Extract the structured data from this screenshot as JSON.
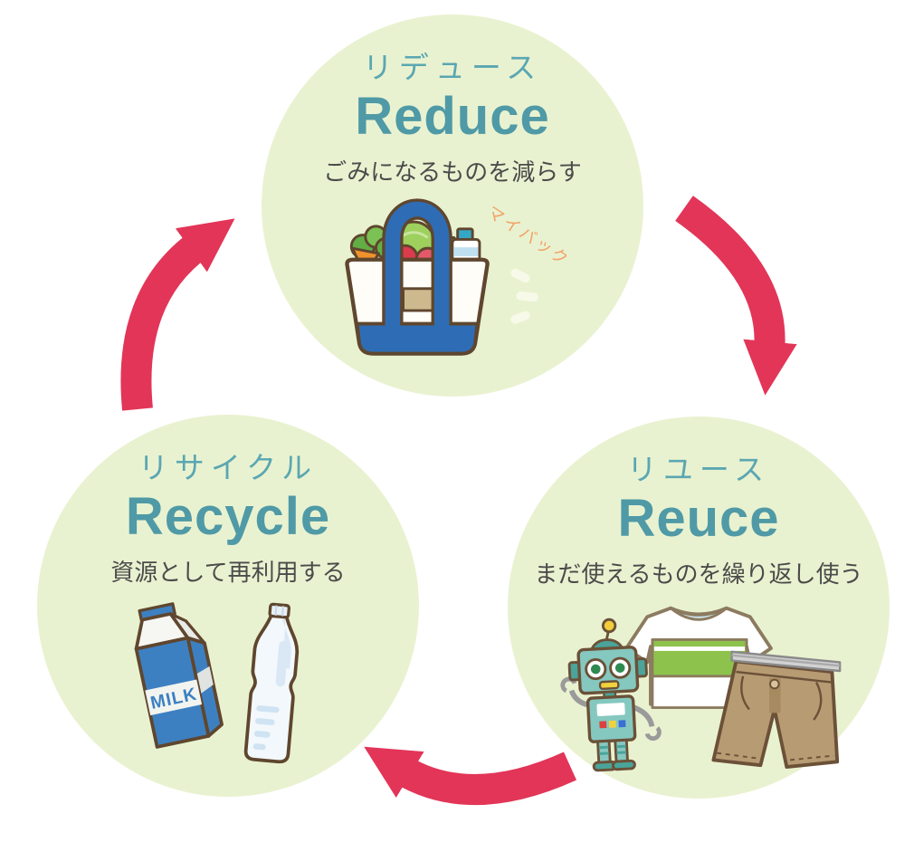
{
  "nodes": {
    "reduce": {
      "katakana": "リデュース",
      "english": "Reduce",
      "description": "ごみになるものを減らす",
      "annotation": "マイバッグ",
      "illustration": "tote-bag-with-groceries"
    },
    "reuse": {
      "katakana": "リユース",
      "english": "Reuce",
      "description": "まだ使えるものを繰り返し使う",
      "illustration": "robot-toy-tshirt-and-shorts"
    },
    "recycle": {
      "katakana": "リサイクル",
      "english": "Recycle",
      "description": "資源として再利用する",
      "carton_label": "MILK",
      "illustration": "milk-carton-and-pet-bottle"
    }
  },
  "arrows": [
    {
      "name": "reduce-to-reuse"
    },
    {
      "name": "reuse-to-recycle"
    },
    {
      "name": "recycle-to-reduce"
    }
  ],
  "colors": {
    "circle_fill": "#e9f2d0",
    "heading_teal": "#4f9aa6",
    "katakana_teal": "#5aa7b2",
    "description_text": "#4b4b4b",
    "arrow_pink": "#e23558",
    "annotation_orange": "#f0a368",
    "outline_brown": "#5f462e",
    "bag_blue": "#2e6db5",
    "milk_blue": "#3d80c2",
    "robot_teal": "#85c8bf",
    "shirt_green": "#8dc24c",
    "shorts_khaki": "#b79b73"
  }
}
